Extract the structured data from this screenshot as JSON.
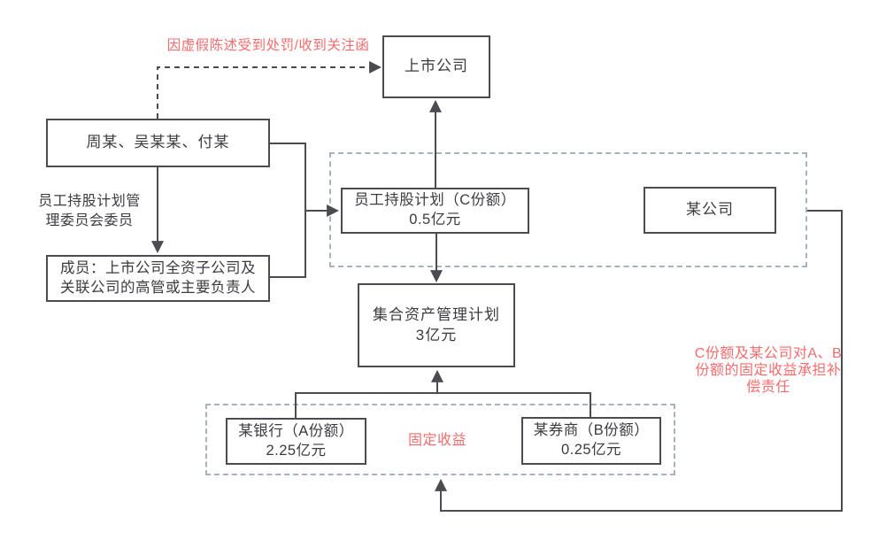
{
  "colors": {
    "accent_red": "#f56c6c",
    "line_and_box_border": "#4b4b52",
    "dashed_group_border": "#a8b2bf",
    "text": "#3b3b40",
    "background": "#ffffff"
  },
  "nodes": {
    "listed_company": {
      "label": "上市公司"
    },
    "persons": {
      "label": "周某、吴某某、付某"
    },
    "members": {
      "lines": [
        "成员：上市公司全资子公司及",
        "关联公司的高管或主要负责人"
      ]
    },
    "esop": {
      "lines": [
        "员工持股计划（C份额）",
        "0.5亿元"
      ]
    },
    "some_company": {
      "label": "某公司"
    },
    "asset_plan": {
      "lines": [
        "集合资产管理计划",
        "3亿元"
      ]
    },
    "bank": {
      "lines": [
        "某银行（A份额）",
        "2.25亿元"
      ]
    },
    "broker": {
      "lines": [
        "某券商（B份额）",
        "0.25亿元"
      ]
    }
  },
  "labels": {
    "penalty": "因虚假陈述受到处罚/收到关注函",
    "committee": [
      "员工持股计划管",
      "理委员会委员"
    ],
    "fixed_income": "固定收益",
    "compensation": [
      "C份额及某公司对A、B",
      "份额的固定收益承担补",
      "偿责任"
    ]
  }
}
